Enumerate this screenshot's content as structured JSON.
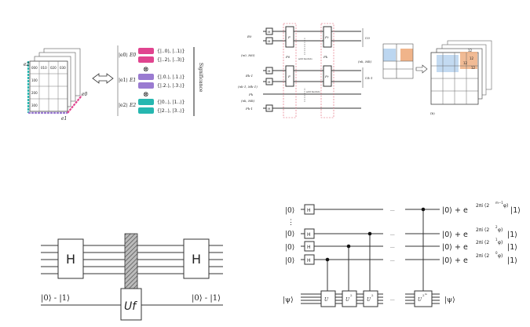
{
  "panel_tl": {
    "axis_labels": [
      "e2",
      "e1",
      "e0"
    ],
    "grid_numbers": [
      "000",
      "010",
      "020",
      "030",
      "100",
      "200",
      "300"
    ],
    "rows": [
      {
        "ket": "|e0⟩",
        "reg": "E0",
        "a": "{|..0⟩, |..1⟩}",
        "b": "{|..2⟩, |..3⟩}"
      },
      {
        "ket": "|e1⟩",
        "reg": "E1",
        "a": "{|.0.⟩, |.1.⟩}",
        "b": "{|.2.⟩, |.3.⟩}"
      },
      {
        "ket": "|e2⟩",
        "reg": "E2",
        "a": "{|0..⟩, |1..⟩}",
        "b": "{|2..⟩, |3..⟩}"
      }
    ],
    "tensor_symbol": "⊗",
    "significance_label": "Significance",
    "colors": {
      "pink": "#e0448f",
      "purple": "#9a7bd1",
      "teal": "#26b7b0"
    }
  },
  "panel_tr": {
    "left_labels": [
      "E0",
      "(n0, M0)",
      "Ek-1",
      "(nk-1, Mk-1)",
      "Pk",
      "(nk, Mk)",
      "Pk-1"
    ],
    "h_label": "H",
    "f_label": "F",
    "f_dagger_label": "F†",
    "pink_labels": [
      "F0",
      "Fk"
    ],
    "add_labels": [
      "add modulo",
      "add modulo"
    ],
    "right_labels": [
      "U0",
      "Uk-1"
    ],
    "mid_label": "(nk, Mk)",
    "caption": "(b)",
    "grid_values": [
      "12",
      "12",
      "12",
      "12"
    ],
    "colors": {
      "blue": "#bcd6f0",
      "orange": "#f0b48a"
    }
  },
  "panel_bl": {
    "h_left": "H",
    "h_right": "H",
    "oracle": "Uf",
    "input_label": "|0⟩ - |1⟩",
    "output_label": "|0⟩ - |1⟩"
  },
  "panel_br": {
    "kets": [
      "|0⟩",
      "⋮",
      "|0⟩",
      "|0⟩",
      "|0⟩"
    ],
    "h_label": "H",
    "psi_in": "|ψ⟩",
    "psi_out": "|ψ⟩",
    "dots": [
      "...",
      "...",
      "...",
      "...",
      "..."
    ],
    "outputs": [
      {
        "base": "|0⟩ + e",
        "exp": "2πi (2",
        "exp2": "m−1",
        "phi": "φ)",
        "tail": "|1⟩"
      },
      {
        "base": "|0⟩ + e",
        "exp": "2πi (2",
        "exp2": "2",
        "phi": "φ)",
        "tail": "|1⟩"
      },
      {
        "base": "|0⟩ + e",
        "exp": "2πi (2",
        "exp2": "1",
        "phi": "φ)",
        "tail": "|1⟩"
      },
      {
        "base": "|0⟩ + e",
        "exp": "2πi (2",
        "exp2": "0",
        "phi": "φ)",
        "tail": "|1⟩"
      }
    ],
    "u_labels": [
      "U",
      "U",
      "U",
      "U"
    ],
    "u_sups": [
      "",
      "2",
      "2",
      "2"
    ],
    "u_sup2": [
      "",
      "",
      "",
      "m"
    ]
  }
}
